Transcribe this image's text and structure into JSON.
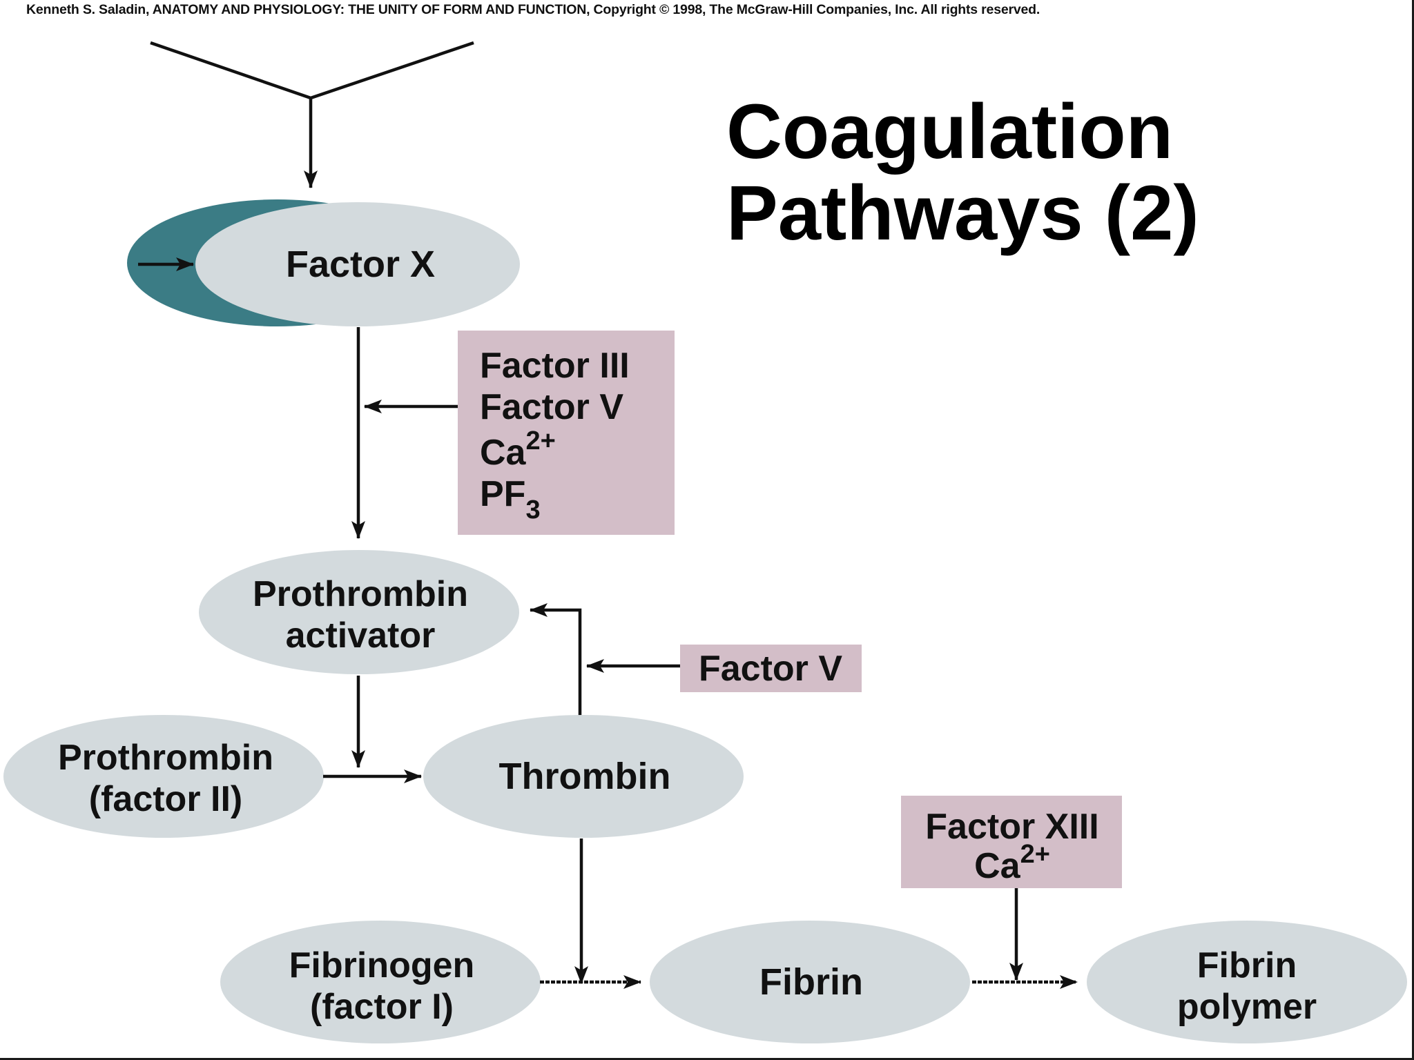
{
  "copyright": "Kenneth S. Saladin, ANATOMY AND PHYSIOLOGY: THE UNITY OF FORM AND FUNCTION, Copyright © 1998, The McGraw-Hill Companies, Inc.  All rights reserved.",
  "title": {
    "line1": "Coagulation",
    "line2": "Pathways (2)"
  },
  "nodes": {
    "factor_x": "Factor X",
    "prothrombin_activator": [
      "Prothrombin",
      "activator"
    ],
    "prothrombin": [
      "Prothrombin",
      "(factor II)"
    ],
    "thrombin": "Thrombin",
    "fibrinogen": [
      "Fibrinogen",
      "(factor I)"
    ],
    "fibrin": "Fibrin",
    "fibrin_polymer": [
      "Fibrin",
      "polymer"
    ]
  },
  "cofactor_boxes": {
    "box1": {
      "factor_iii": "Factor III",
      "factor_v": "Factor V",
      "ca": "Ca",
      "ca_sup": "2+",
      "pf": "PF",
      "pf_sub": "3"
    },
    "box2": {
      "factor_v": "Factor V"
    },
    "box3": {
      "factor_xiii": "Factor XIII",
      "ca": "Ca",
      "ca_sup": "2+"
    }
  },
  "colors": {
    "ellipse_fill": "#d3dadd",
    "teal_crescent": "#3b7c85",
    "cofactor_box": "#d3bec8",
    "line": "#111111",
    "text": "#111111"
  }
}
